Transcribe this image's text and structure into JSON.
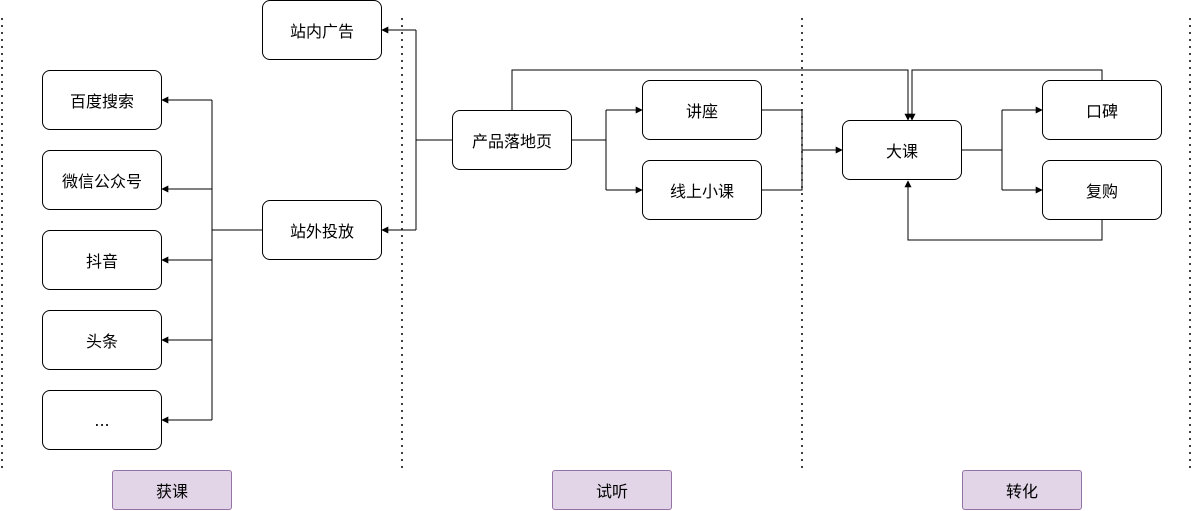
{
  "colors": {
    "phase_fill": "#e1d5e7",
    "phase_stroke": "#9673a6",
    "line": "#000000"
  },
  "phases": [
    {
      "id": "acquire",
      "label": "获课"
    },
    {
      "id": "trial",
      "label": "试听"
    },
    {
      "id": "convert",
      "label": "转化"
    }
  ],
  "nodes": {
    "zhan_nei": "站内广告",
    "baidu": "百度搜索",
    "weixin": "微信公众号",
    "douyin": "抖音",
    "toutiao": "头条",
    "more": "...",
    "zhan_wai": "站外投放",
    "landing": "产品落地页",
    "lecture": "讲座",
    "mini_course": "线上小课",
    "big_course": "大课",
    "word_of_mouth": "口碑",
    "repurchase": "复购"
  }
}
